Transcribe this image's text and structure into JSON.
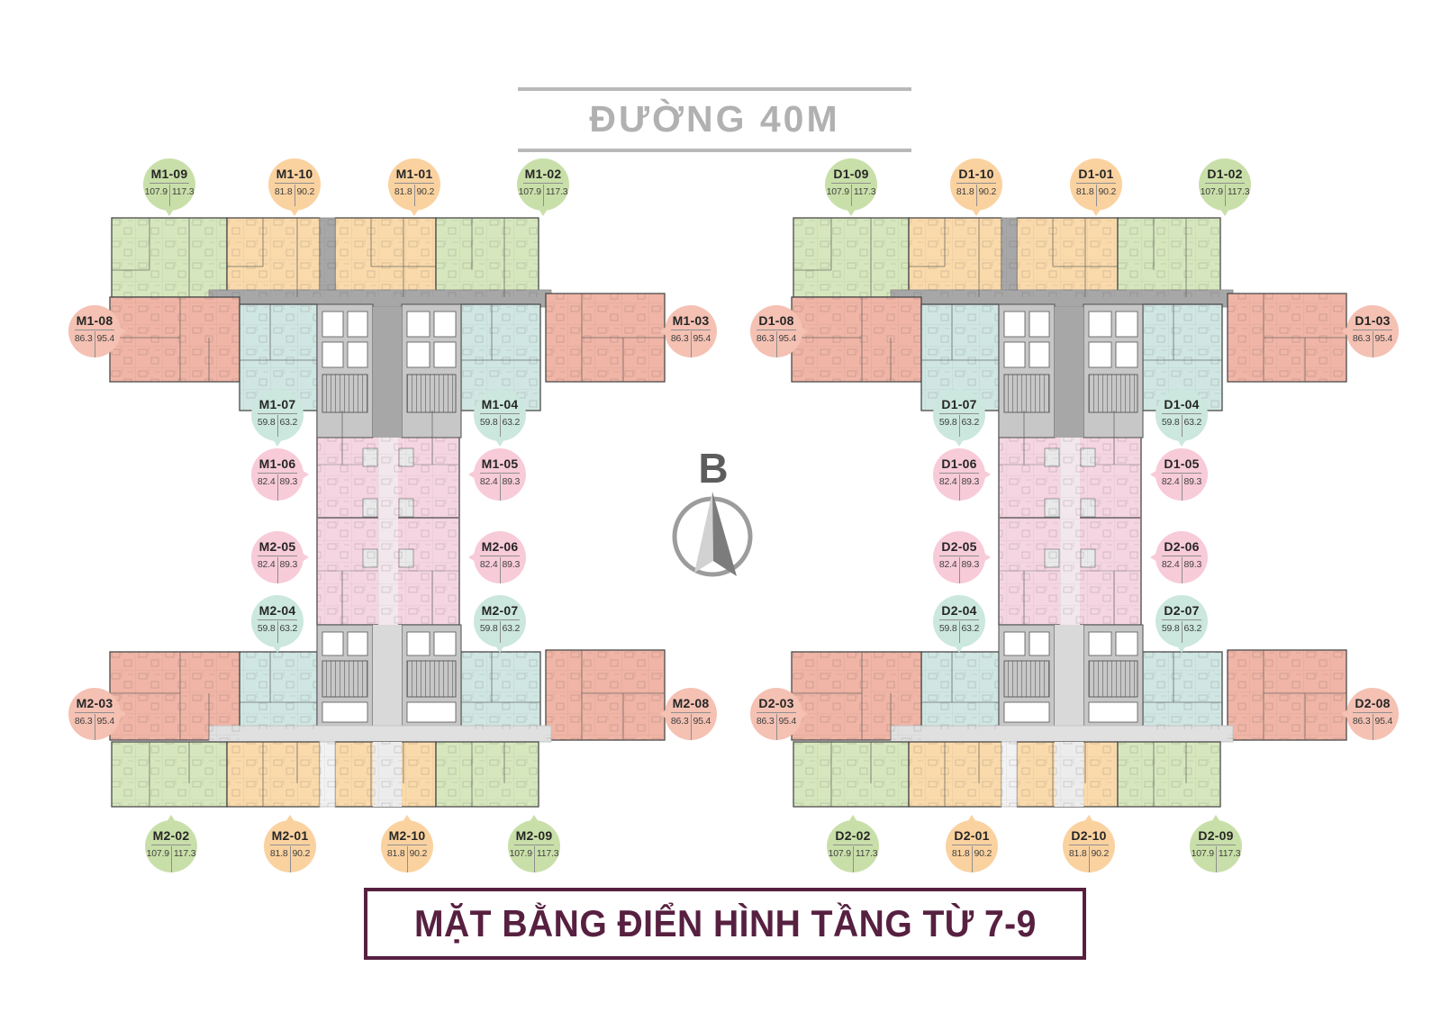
{
  "header": {
    "road_label": "ĐƯỜNG 40M"
  },
  "compass": {
    "label": "B"
  },
  "footer": {
    "title": "MẶT BẰNG ĐIỂN HÌNH TẦNG TỪ 7-9"
  },
  "palette": {
    "green": "#c9dfa9",
    "orange": "#fad2a0",
    "salmon": "#f4c1b3",
    "teal": "#cbe7de",
    "pink": "#f8cbd9",
    "plan_green": "#d6e7bd",
    "plan_orange": "#fadaab",
    "plan_salmon": "#f0b5a6",
    "plan_teal": "#d0e6e2",
    "plan_pink": "#f5d5e2",
    "corridor_dark": "#a7a7a7",
    "corridor_light": "#e0e0e0",
    "core_gray": "#c7c7c7",
    "wall": "#4a4a4a",
    "title_maroon": "#572040",
    "road_gray": "#b1b1b1"
  },
  "towers": [
    {
      "id": "M",
      "units": [
        {
          "code": "M1-09",
          "area1": "107.9",
          "area2": "117.3",
          "color": "green"
        },
        {
          "code": "M1-10",
          "area1": "81.8",
          "area2": "90.2",
          "color": "orange"
        },
        {
          "code": "M1-01",
          "area1": "81.8",
          "area2": "90.2",
          "color": "orange"
        },
        {
          "code": "M1-02",
          "area1": "107.9",
          "area2": "117.3",
          "color": "green"
        },
        {
          "code": "M1-08",
          "area1": "86.3",
          "area2": "95.4",
          "color": "salmon"
        },
        {
          "code": "M1-03",
          "area1": "86.3",
          "area2": "95.4",
          "color": "salmon"
        },
        {
          "code": "M1-07",
          "area1": "59.8",
          "area2": "63.2",
          "color": "teal"
        },
        {
          "code": "M1-04",
          "area1": "59.8",
          "area2": "63.2",
          "color": "teal"
        },
        {
          "code": "M1-06",
          "area1": "82.4",
          "area2": "89.3",
          "color": "pink"
        },
        {
          "code": "M1-05",
          "area1": "82.4",
          "area2": "89.3",
          "color": "pink"
        },
        {
          "code": "M2-05",
          "area1": "82.4",
          "area2": "89.3",
          "color": "pink"
        },
        {
          "code": "M2-06",
          "area1": "82.4",
          "area2": "89.3",
          "color": "pink"
        },
        {
          "code": "M2-04",
          "area1": "59.8",
          "area2": "63.2",
          "color": "teal"
        },
        {
          "code": "M2-07",
          "area1": "59.8",
          "area2": "63.2",
          "color": "teal"
        },
        {
          "code": "M2-03",
          "area1": "86.3",
          "area2": "95.4",
          "color": "salmon"
        },
        {
          "code": "M2-08",
          "area1": "86.3",
          "area2": "95.4",
          "color": "salmon"
        },
        {
          "code": "M2-02",
          "area1": "107.9",
          "area2": "117.3",
          "color": "green"
        },
        {
          "code": "M2-01",
          "area1": "81.8",
          "area2": "90.2",
          "color": "orange"
        },
        {
          "code": "M2-10",
          "area1": "81.8",
          "area2": "90.2",
          "color": "orange"
        },
        {
          "code": "M2-09",
          "area1": "107.9",
          "area2": "117.3",
          "color": "green"
        }
      ]
    },
    {
      "id": "D",
      "units": [
        {
          "code": "D1-09",
          "area1": "107.9",
          "area2": "117.3",
          "color": "green"
        },
        {
          "code": "D1-10",
          "area1": "81.8",
          "area2": "90.2",
          "color": "orange"
        },
        {
          "code": "D1-01",
          "area1": "81.8",
          "area2": "90.2",
          "color": "orange"
        },
        {
          "code": "D1-02",
          "area1": "107.9",
          "area2": "117.3",
          "color": "green"
        },
        {
          "code": "D1-08",
          "area1": "86.3",
          "area2": "95.4",
          "color": "salmon"
        },
        {
          "code": "D1-03",
          "area1": "86.3",
          "area2": "95.4",
          "color": "salmon"
        },
        {
          "code": "D1-07",
          "area1": "59.8",
          "area2": "63.2",
          "color": "teal"
        },
        {
          "code": "D1-04",
          "area1": "59.8",
          "area2": "63.2",
          "color": "teal"
        },
        {
          "code": "D1-06",
          "area1": "82.4",
          "area2": "89.3",
          "color": "pink"
        },
        {
          "code": "D1-05",
          "area1": "82.4",
          "area2": "89.3",
          "color": "pink"
        },
        {
          "code": "D2-05",
          "area1": "82.4",
          "area2": "89.3",
          "color": "pink"
        },
        {
          "code": "D2-06",
          "area1": "82.4",
          "area2": "89.3",
          "color": "pink"
        },
        {
          "code": "D2-04",
          "area1": "59.8",
          "area2": "63.2",
          "color": "teal"
        },
        {
          "code": "D2-07",
          "area1": "59.8",
          "area2": "63.2",
          "color": "teal"
        },
        {
          "code": "D2-03",
          "area1": "86.3",
          "area2": "95.4",
          "color": "salmon"
        },
        {
          "code": "D2-08",
          "area1": "86.3",
          "area2": "95.4",
          "color": "salmon"
        },
        {
          "code": "D2-02",
          "area1": "107.9",
          "area2": "117.3",
          "color": "green"
        },
        {
          "code": "D2-01",
          "area1": "81.8",
          "area2": "90.2",
          "color": "orange"
        },
        {
          "code": "D2-10",
          "area1": "81.8",
          "area2": "90.2",
          "color": "orange"
        },
        {
          "code": "D2-09",
          "area1": "107.9",
          "area2": "117.3",
          "color": "green"
        }
      ]
    }
  ]
}
